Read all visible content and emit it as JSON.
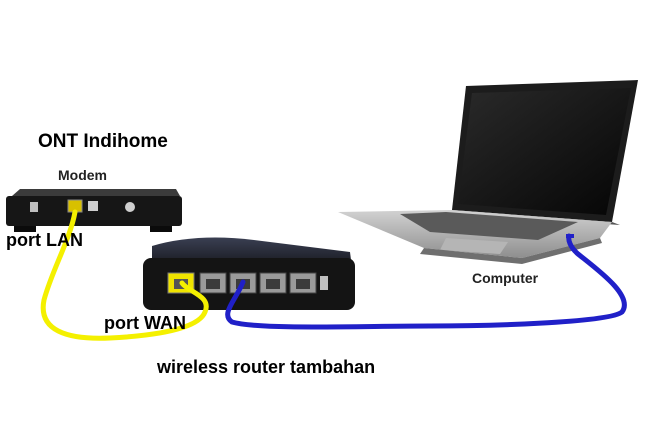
{
  "labels": {
    "ont": "ONT Indihome",
    "modem": "Modem",
    "port_lan": "port LAN",
    "port_wan": "port WAN",
    "computer": "Computer",
    "router": "wireless router tambahan"
  },
  "colors": {
    "lan_cable": "#f4f000",
    "wan_cable": "#2020c8",
    "device_body": "#141414",
    "laptop_body": "#a9a9a9"
  }
}
